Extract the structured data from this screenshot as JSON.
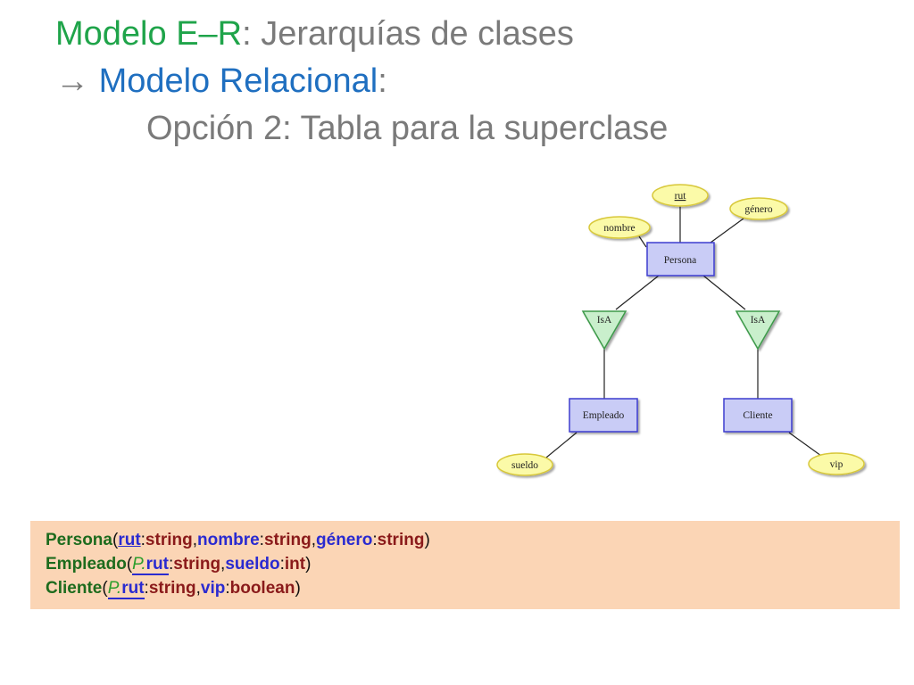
{
  "title": {
    "part1": "Modelo E–R",
    "part2": ": Jerarquías de clases",
    "arrow": "→ ",
    "part3": "Modelo Relacional",
    "part4": ":",
    "line3": "Opción 2: Tabla para la superclase"
  },
  "diagram": {
    "entities": {
      "persona": "Persona",
      "empleado": "Empleado",
      "cliente": "Cliente"
    },
    "attributes": {
      "rut": "rut",
      "genero": "género",
      "nombre": "nombre",
      "sueldo": "sueldo",
      "vip": "vip"
    },
    "isa_left": "IsA",
    "isa_right": "IsA"
  },
  "schema": {
    "rows": [
      {
        "table": "Persona",
        "open": "(",
        "close": ")",
        "fields": [
          {
            "name": "rut",
            "type": "string",
            "pk": true
          },
          {
            "name": "nombre",
            "type": "string"
          },
          {
            "name": "género",
            "type": "string"
          }
        ]
      },
      {
        "table": "Empleado",
        "open": "(",
        "close": ")",
        "fk_prefix": "P.",
        "fields": [
          {
            "name": "rut",
            "type": "string",
            "pk": true,
            "fk": true
          },
          {
            "name": "sueldo",
            "type": "int"
          }
        ]
      },
      {
        "table": "Cliente",
        "open": "(",
        "close": ")",
        "fk_prefix": "P.",
        "fields": [
          {
            "name": "rut",
            "type": "string",
            "pk": true,
            "fk": true
          },
          {
            "name": "vip",
            "type": "boolean"
          }
        ]
      }
    ],
    "colon": ":",
    "comma": ","
  },
  "colors": {
    "entity_fill": "#c9ccf6",
    "entity_stroke": "#3c3ccf",
    "attribute_fill": "#fbfaa8",
    "attribute_stroke": "#d8c83a",
    "isa_fill": "#c9efcc",
    "isa_stroke": "#3c9a4a",
    "schema_bg": "#fbd5b5"
  }
}
